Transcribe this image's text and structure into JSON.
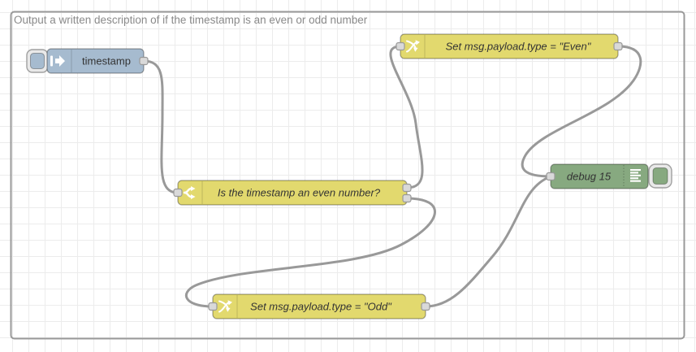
{
  "workspace": {
    "group_label": "Output a written description of if the timestamp is an even or odd number"
  },
  "nodes": {
    "inject": {
      "type": "inject",
      "label": "timestamp"
    },
    "switch": {
      "type": "switch",
      "label": "Is the timestamp an even number?",
      "outputs": 2
    },
    "change_even": {
      "type": "change",
      "label": "Set msg.payload.type = \"Even\""
    },
    "change_odd": {
      "type": "change",
      "label": "Set msg.payload.type = \"Odd\""
    },
    "debug": {
      "type": "debug",
      "label": "debug 15"
    }
  },
  "wires": [
    {
      "from": "inject",
      "to": "switch"
    },
    {
      "from": "switch:1",
      "to": "change_even"
    },
    {
      "from": "switch:2",
      "to": "change_odd"
    },
    {
      "from": "change_even",
      "to": "debug"
    },
    {
      "from": "change_odd",
      "to": "debug"
    }
  ],
  "colors": {
    "inject_node": "#a6bbcf",
    "function_node": "#e2d96e",
    "debug_node": "#87a980",
    "wire": "#999999",
    "port": "#d9d9d9",
    "grid_line": "#ececec",
    "group_border": "#999999",
    "group_label": "#8a8a8a",
    "node_label": "#333333"
  }
}
